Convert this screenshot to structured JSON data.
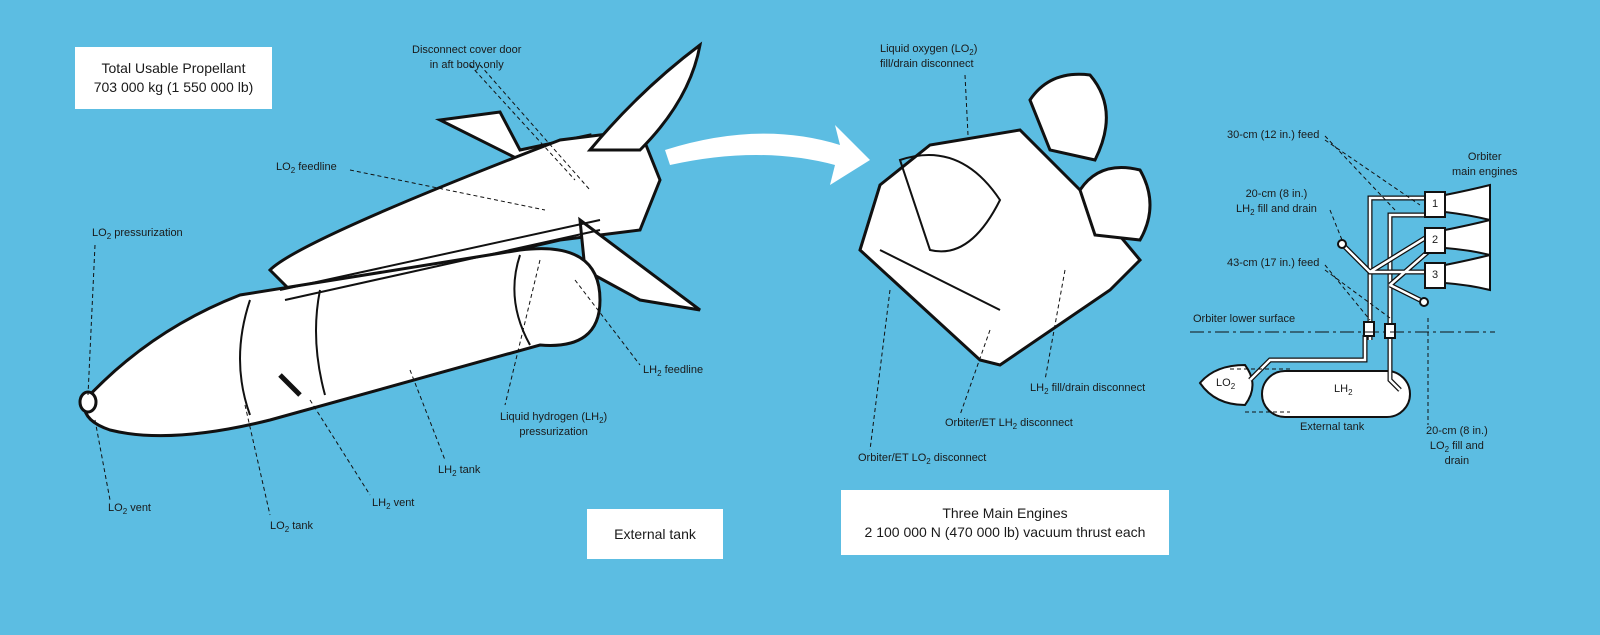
{
  "boxes": {
    "propellant": {
      "title": "Total Usable Propellant",
      "value": "703 000 kg (1 550 000 lb)"
    },
    "external_tank": {
      "title": "External tank"
    },
    "engines": {
      "title": "Three Main Engines",
      "value": "2 100 000 N (470 000 lb) vacuum thrust each"
    }
  },
  "left_labels": {
    "cover_door": {
      "line1": "Disconnect cover door",
      "line2": "in aft body only"
    },
    "lo2_feedline": {
      "pre": "LO",
      "sub": "2",
      "post": " feedline"
    },
    "lo2_pressurization": {
      "pre": "LO",
      "sub": "2",
      "post": " pressurization"
    },
    "lh2_feedline": {
      "pre": "LH",
      "sub": "2",
      "post": " feedline"
    },
    "lh2_pressurization": {
      "line1_pre": "Liquid hydrogen (LH",
      "sub": "2",
      "line1_post": ")",
      "line2": "pressurization"
    },
    "lh2_tank": {
      "pre": "LH",
      "sub": "2",
      "post": " tank"
    },
    "lh2_vent": {
      "pre": "LH",
      "sub": "2",
      "post": " vent"
    },
    "lo2_tank": {
      "pre": "LO",
      "sub": "2",
      "post": " tank"
    },
    "lo2_vent": {
      "pre": "LO",
      "sub": "2",
      "post": " vent"
    }
  },
  "middle_labels": {
    "lo2_fill": {
      "line1_pre": "Liquid oxygen (LO",
      "sub": "2",
      "line1_post": ")",
      "line2": "fill/drain disconnect"
    },
    "lh2_fill": {
      "pre": "LH",
      "sub": "2",
      "post": " fill/drain disconnect"
    },
    "et_lh2": {
      "pre": "Orbiter/ET LH",
      "sub": "2",
      "post": " disconnect"
    },
    "et_lo2": {
      "pre": "Orbiter/ET LO",
      "sub": "2",
      "post": " disconnect"
    }
  },
  "right_labels": {
    "feed30": "30-cm (12 in.) feed",
    "main_engines": {
      "line1": "Orbiter",
      "line2": "main engines"
    },
    "lh2_fill20": {
      "line1": "20-cm (8 in.)",
      "line2_pre": "LH",
      "sub": "2",
      "line2_post": " fill and drain"
    },
    "feed43": "43-cm (17 in.) feed",
    "lower_surface": "Orbiter lower surface",
    "lo2_tank": {
      "pre": "LO",
      "sub": "2"
    },
    "lh2_tank": {
      "pre": "LH",
      "sub": "2"
    },
    "external_tank": "External tank",
    "lo2_fill20": {
      "line1": "20-cm (8 in.)",
      "line2_pre": "LO",
      "sub": "2",
      "line2_post": " fill and",
      "line3": "drain"
    },
    "engine_numbers": [
      "1",
      "2",
      "3"
    ]
  }
}
